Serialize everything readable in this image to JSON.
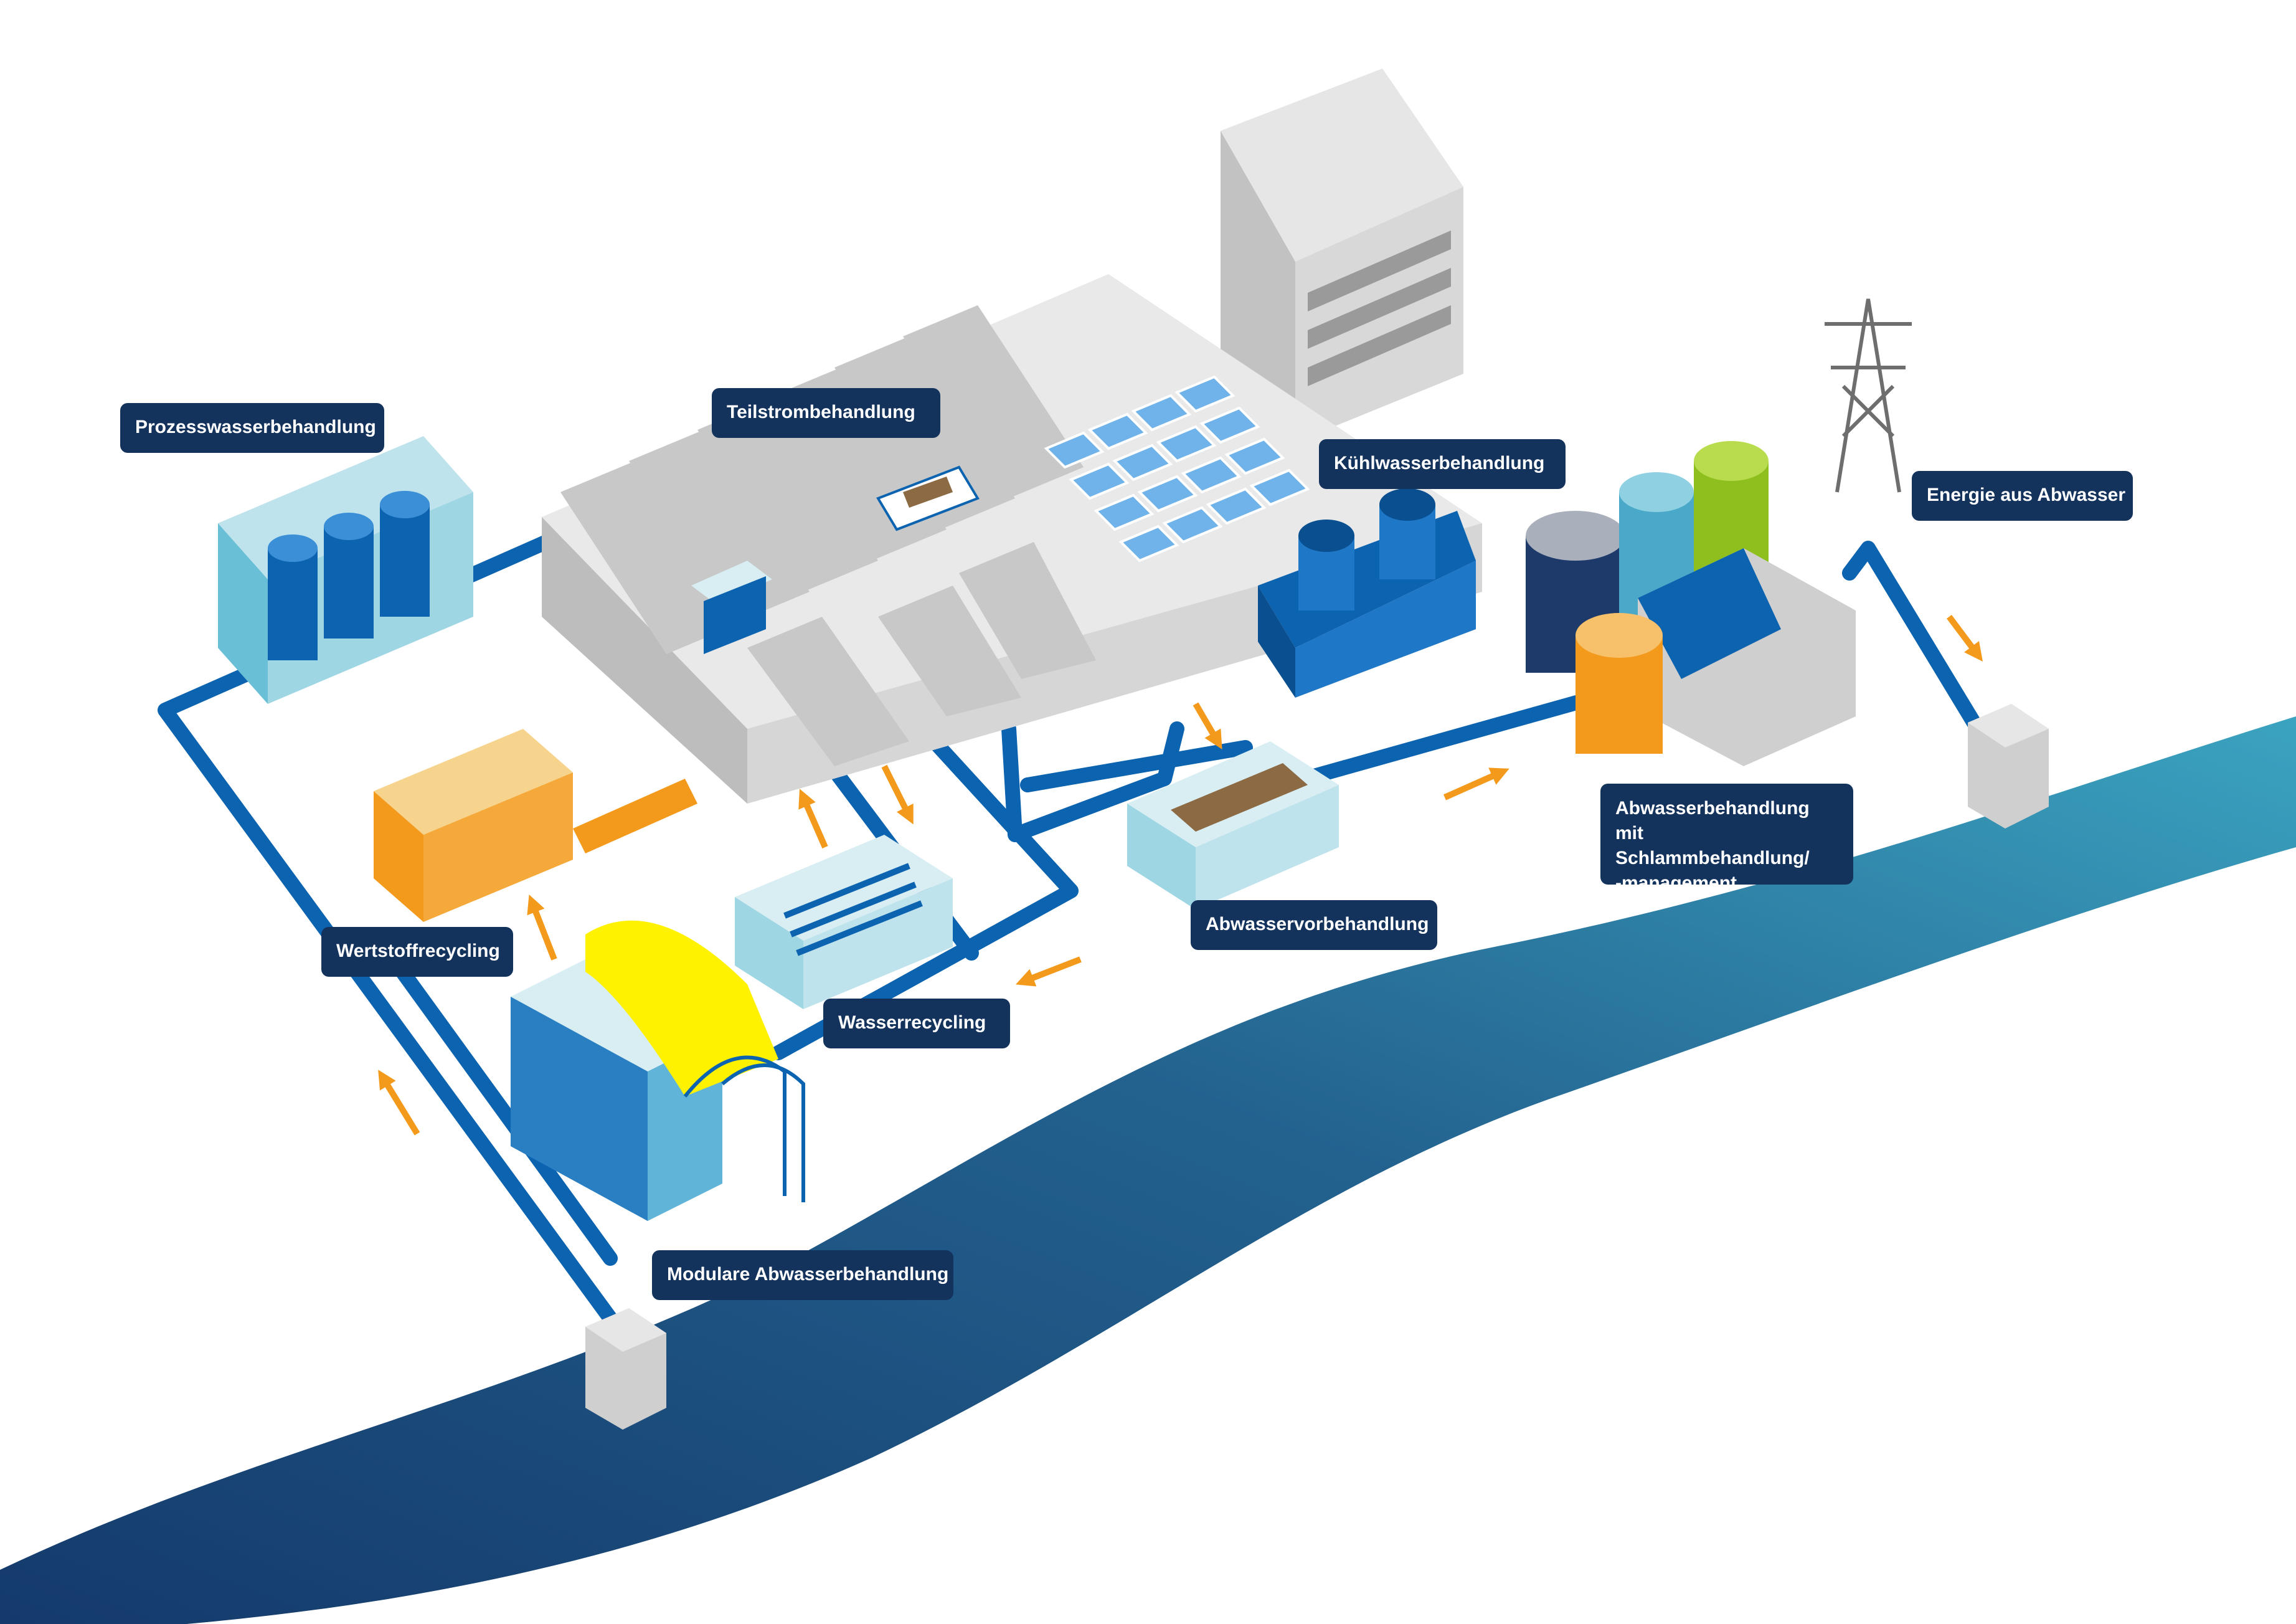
{
  "colors": {
    "river_start": "#143a6b",
    "river_end": "#3ba3c0",
    "pipe": "#0c63b0",
    "arrow": "#f39a1c",
    "label_bg": "#13325c",
    "label_text": "#ffffff"
  },
  "labels": {
    "prozesswasser": "Prozesswasserbehandlung",
    "teilstrom": "Teilstrombehandlung",
    "kuehlwasser": "Kühlwasserbehandlung",
    "energie": "Energie aus Abwasser",
    "abwasser_line1": "Abwasserbehandlung",
    "abwasser_line2": "mit Schlammbehandlung/",
    "abwasser_line3": "-management",
    "abwasservor": "Abwasservorbehandlung",
    "wertstoff": "Wertstoffrecycling",
    "wasserrecycling": "Wasserrecycling",
    "modulare": "Modulare Abwasserbehandlung"
  },
  "icons": [
    "river-icon",
    "pipe-icon",
    "flow-arrow-icon",
    "factory-icon",
    "office-building-icon",
    "cooling-tower-icon",
    "storage-tank-icon",
    "power-pylon-icon",
    "container-icon",
    "outfall-icon"
  ]
}
